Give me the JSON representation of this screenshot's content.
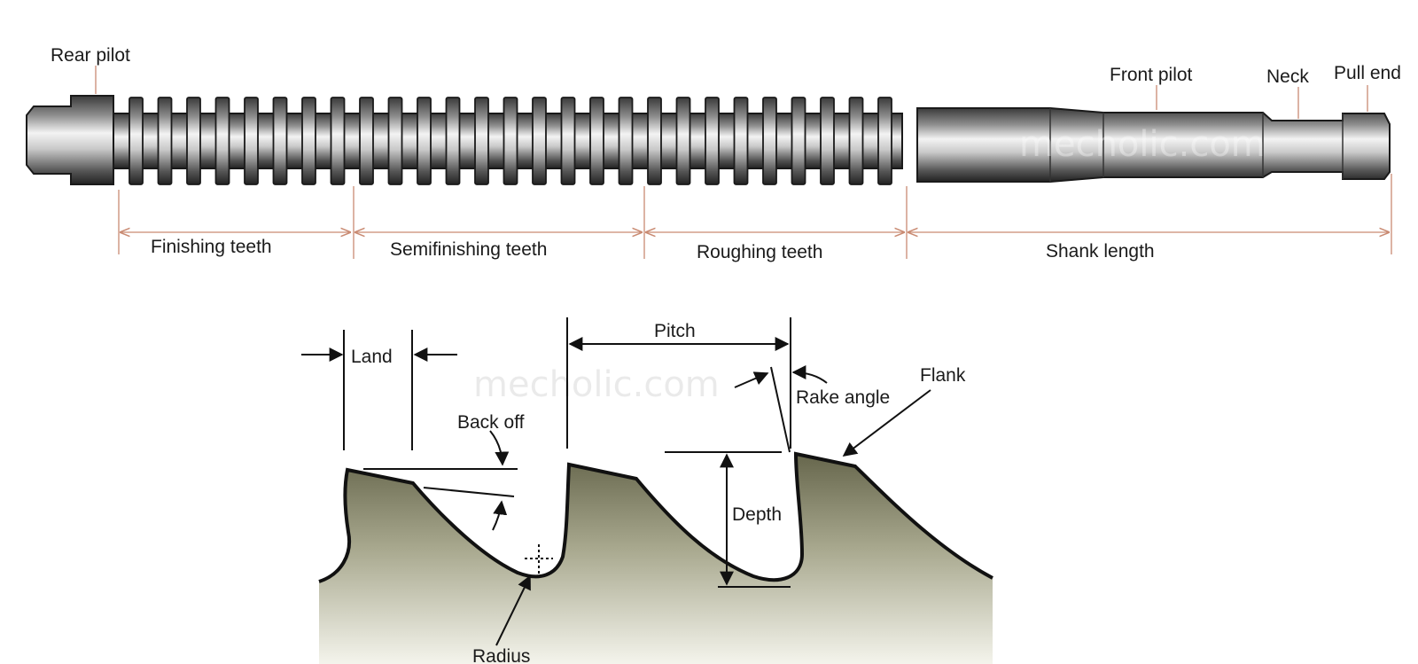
{
  "broach": {
    "labels": {
      "rear_pilot": "Rear pilot",
      "front_pilot": "Front pilot",
      "neck": "Neck",
      "pull_end": "Pull end"
    },
    "sections": {
      "finishing": "Finishing teeth",
      "semifinishing": "Semifinishing teeth",
      "roughing": "Roughing teeth",
      "shank": "Shank length"
    },
    "watermark": "mecholic.com"
  },
  "tooth_detail": {
    "labels": {
      "land": "Land",
      "pitch": "Pitch",
      "back_off": "Back off",
      "rake_angle": "Rake angle",
      "flank": "Flank",
      "depth": "Depth",
      "radius": "Radius"
    },
    "watermark": "mecholic.com"
  },
  "colors": {
    "dimension_line": "#c98a72",
    "steel_dark": "#2b2b2b",
    "tooth_fill": "#7c7c62"
  }
}
